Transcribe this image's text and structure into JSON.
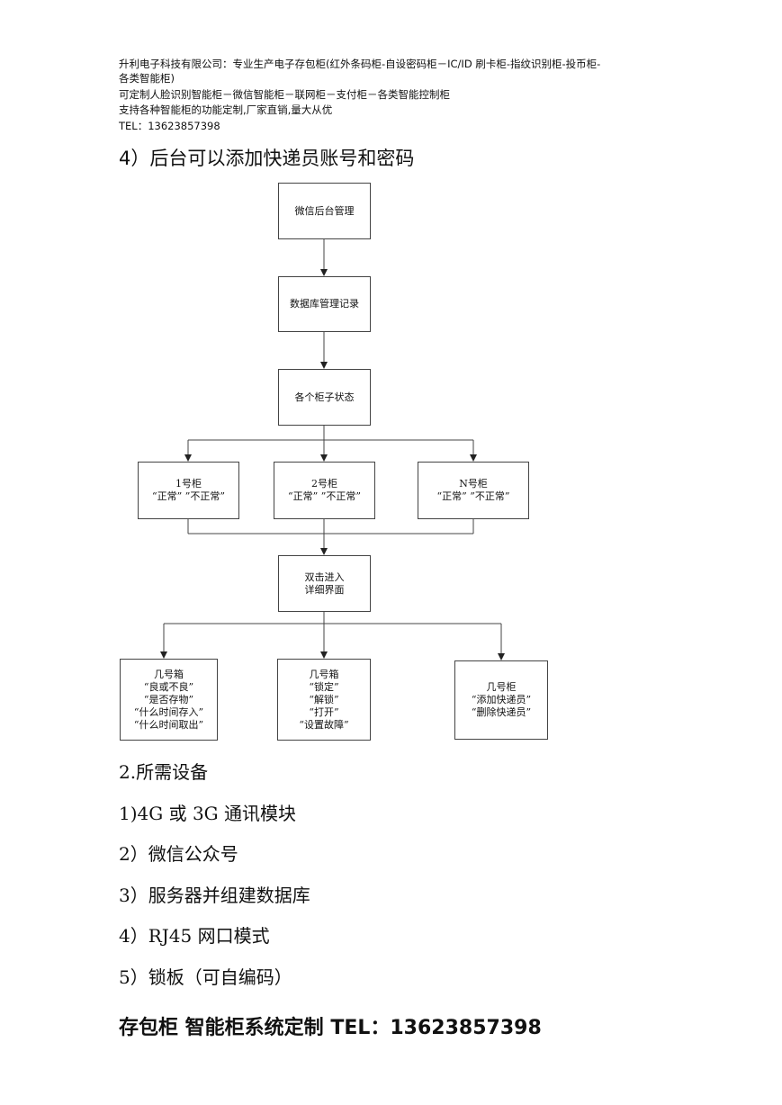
{
  "header": {
    "line1": "升利电子科技有限公司：专业生产电子存包柜(红外条码柜-自设密码柜－IC/ID 刷卡柜-指纹识别柜-投币柜-",
    "line2": "各类智能柜)",
    "line3": "可定制人脸识别智能柜－微信智能柜－联网柜－支付柜－各类智能控制柜",
    "line4": "支持各种智能柜的功能定制,厂家直销,量大从优",
    "line5": "TEL：13623857398"
  },
  "section_title": "4）后台可以添加快递员账号和密码",
  "flow": {
    "wechat_admin": "微信后台管理",
    "db_records": "数据库管理记录",
    "cabinet_status": "各个柜子状态",
    "cab1": {
      "name": "1号柜",
      "status": "“正常”  ”不正常”"
    },
    "cab2": {
      "name": "2号柜",
      "status": "“正常”  ”不正常”"
    },
    "cabN": {
      "name": "N号柜",
      "status": "“正常”  ”不正常”"
    },
    "detail": {
      "line1": "双击进入",
      "line2": "详细界面"
    },
    "box_a": [
      "几号箱",
      "“良或不良”",
      "“是否存物”",
      "“什么时间存入”",
      "“什么时间取出”"
    ],
    "box_b": [
      "几号箱",
      "“锁定”",
      "“解锁”",
      "“打开”",
      "“设置故障”"
    ],
    "box_c": [
      "几号柜",
      "“添加快递员”",
      "“删除快递员”"
    ]
  },
  "equipment": {
    "title": "2.所需设备",
    "items": [
      "1)4G 或 3G 通讯模块",
      "2）微信公众号",
      "3）服务器并组建数据库",
      "4）RJ45 网口模式",
      "5）锁板（可自编码）"
    ]
  },
  "footer": "存包柜 智能柜系统定制 TEL：13623857398"
}
